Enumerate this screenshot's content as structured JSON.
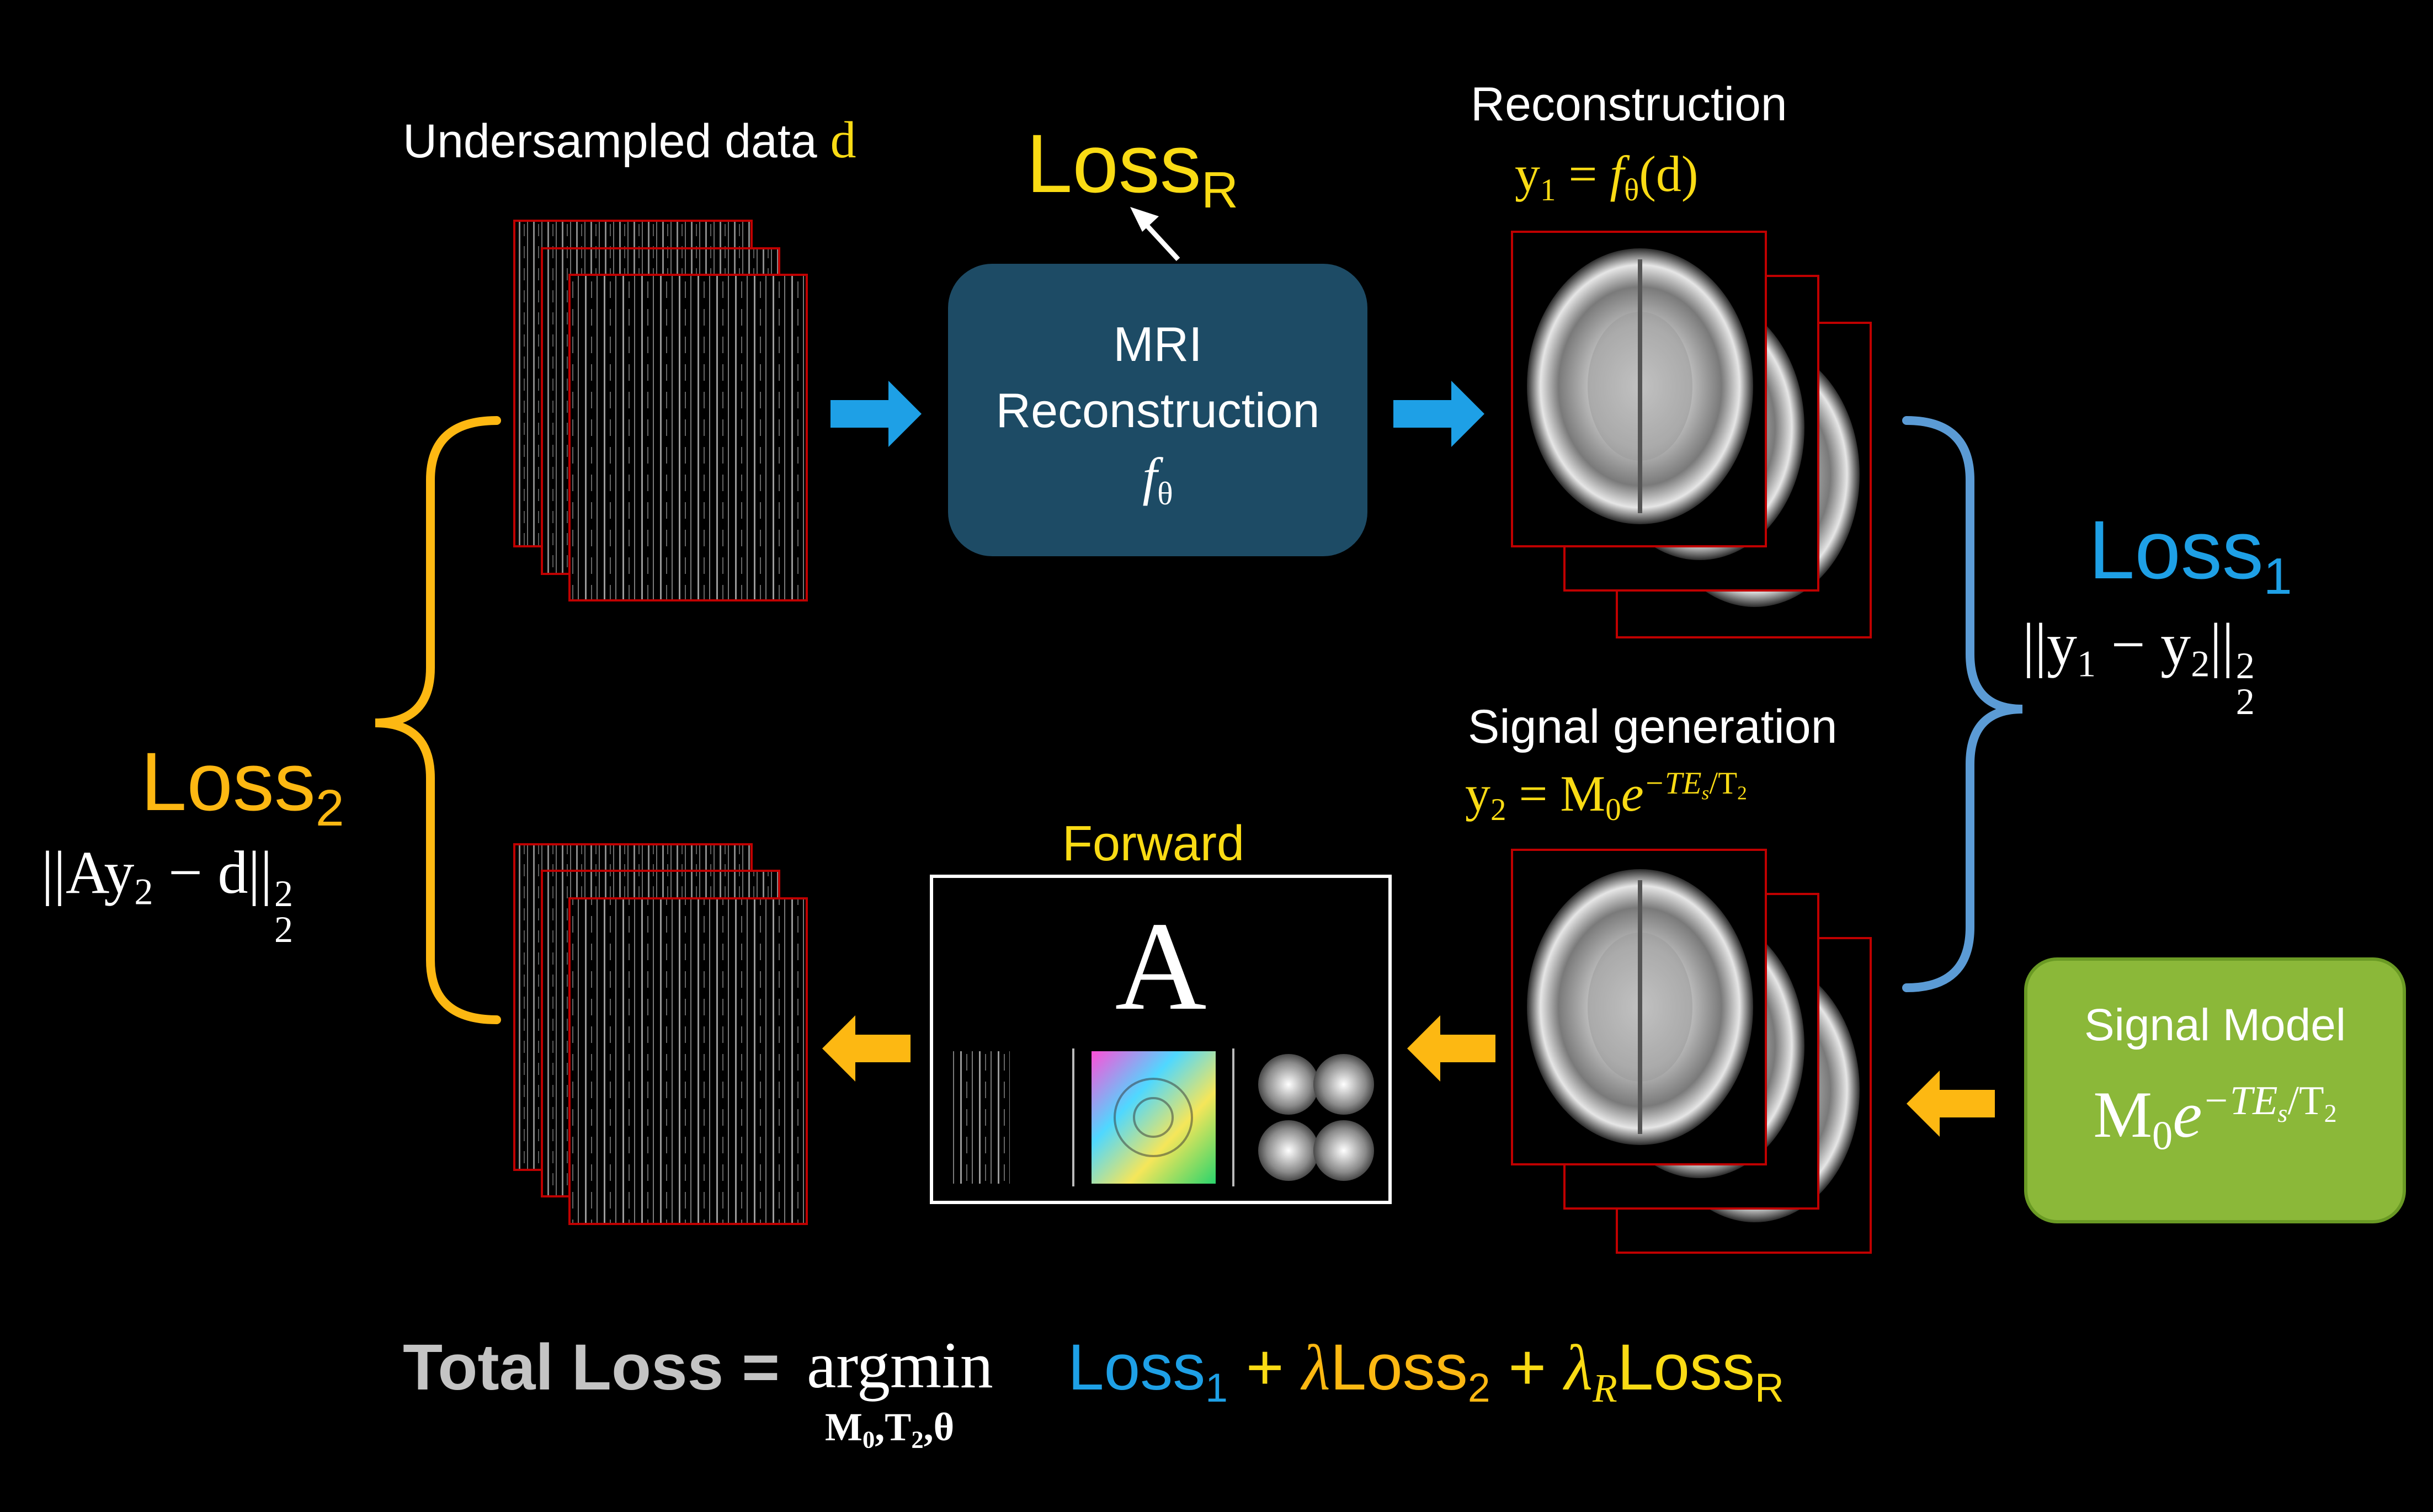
{
  "labels": {
    "undersampled_text": "Undersampled data",
    "undersampled_var": "d",
    "loss_r_main": "Loss",
    "loss_r_sub": "R",
    "recon_box_line1": "MRI",
    "recon_box_line2": "Reconstruction",
    "recon_box_func": "f",
    "recon_box_func_sub": "θ",
    "recon_title": "Reconstruction",
    "recon_eq_y": "y",
    "recon_eq_y_sub": "1",
    "recon_eq_rhs": " = ",
    "recon_eq_f": "f",
    "recon_eq_f_sub": "θ",
    "recon_eq_arg": "(d)",
    "loss1_main": "Loss",
    "loss1_sub": "1",
    "loss1_eq": "||y",
    "loss1_eq_sub1": "1",
    "loss1_eq_mid": " − y",
    "loss1_eq_sub2": "2",
    "loss1_eq_end": "||",
    "loss1_eq_sup": "2",
    "loss1_eq_sub3": "2",
    "signal_gen_title": "Signal generation",
    "signal_eq_y": "y",
    "signal_eq_y_sub": "2",
    "signal_eq_mid": " = M",
    "signal_eq_m_sub": "0",
    "signal_eq_e": "e",
    "signal_eq_exp": "−TE",
    "signal_eq_exp_sub": "s",
    "signal_eq_exp_tail": "/T",
    "signal_eq_exp_tail_sub": "2",
    "loss2_main": "Loss",
    "loss2_sub": "2",
    "loss2_eq": "||Ay",
    "loss2_eq_sub1": "2",
    "loss2_eq_mid": " − d||",
    "loss2_eq_sup": "2",
    "loss2_eq_sub2": "2",
    "forward_title": "Forward",
    "forward_op": "A",
    "signal_model_title": "Signal Model",
    "signal_model_m": "M",
    "signal_model_m_sub": "0",
    "signal_model_e": "e",
    "signal_model_exp": "−TE",
    "signal_model_exp_sub": "s",
    "signal_model_tail": "/T",
    "signal_model_tail_sub": "2",
    "total_loss": "Total Loss =",
    "argmin": "argmin",
    "argmin_under": "M",
    "argmin_under_sub0": "0",
    "argmin_under_mid": ",T",
    "argmin_under_sub2": "2",
    "argmin_under_end": ",θ",
    "tl_loss1": "Loss",
    "tl_loss1_sub": "1",
    "tl_plus1": " + ",
    "tl_lambda": "λ",
    "tl_loss2": "Loss",
    "tl_loss2_sub": "2",
    "tl_plus2": " + ",
    "tl_lambda_r": "λ",
    "tl_lambda_r_sub": "R",
    "tl_lossr": "Loss",
    "tl_lossr_sub": "R"
  },
  "colors": {
    "background": "#000000",
    "yellow": "#fadb14",
    "orange": "#fdb812",
    "blue": "#1ea0e6",
    "recon_box": "#1d4b65",
    "signal_box": "#8bb839",
    "frame_red": "#c00000",
    "bracket_orange": "#fdb812",
    "bracket_blue": "#5b9bd5"
  }
}
